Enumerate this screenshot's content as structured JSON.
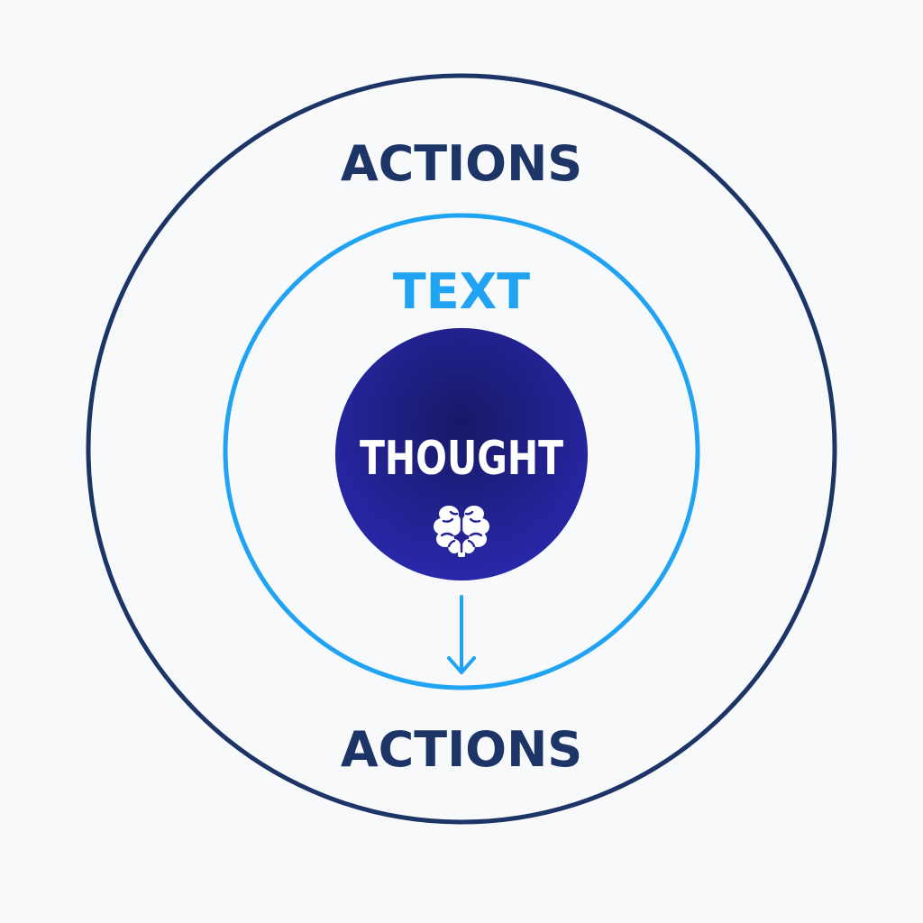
{
  "diagram": {
    "outer_ring": {
      "label_top": "ACTIONS",
      "label_bottom": "ACTIONS",
      "color": "#1d3466"
    },
    "middle_ring": {
      "label": "TEXT",
      "color": "#1fa3f2"
    },
    "core": {
      "label": "THOUGHT",
      "icon": "brain-icon",
      "color_center": "#1a1a6e",
      "color_edge": "#2626a8",
      "text_color": "#ffffff"
    },
    "arrow": {
      "direction": "down",
      "color": "#1fa3f2"
    },
    "background": "#f8f9fb"
  }
}
